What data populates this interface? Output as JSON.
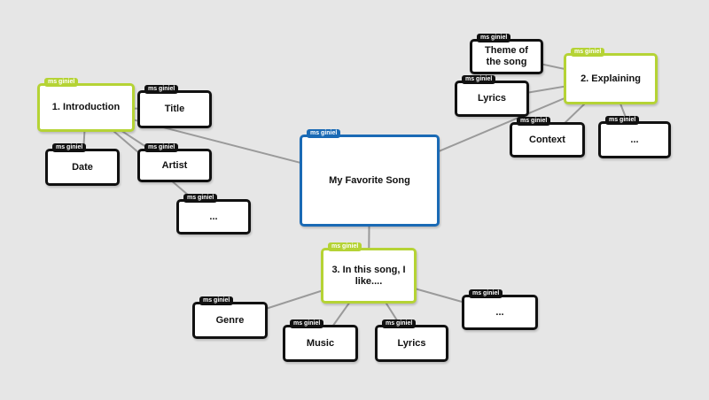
{
  "author_tag": "ms giniel",
  "colors": {
    "background": "#e6e6e6",
    "central_border": "#1a6ab5",
    "branch_border": "#b5d335",
    "leaf_border": "#111111",
    "connector": "#9a9a9a"
  },
  "nodes": {
    "center": {
      "label": "My Favorite Song",
      "kind": "central"
    },
    "intro": {
      "label": "1. Introduction",
      "kind": "branch"
    },
    "title": {
      "label": "Title",
      "kind": "leaf"
    },
    "date": {
      "label": "Date",
      "kind": "leaf"
    },
    "artist": {
      "label": "Artist",
      "kind": "leaf"
    },
    "intro_more": {
      "label": "...",
      "kind": "leaf"
    },
    "explaining": {
      "label": "2. Explaining",
      "kind": "branch"
    },
    "theme": {
      "label": "Theme of the song",
      "kind": "leaf"
    },
    "lyrics_top": {
      "label": "Lyrics",
      "kind": "leaf"
    },
    "context": {
      "label": "Context",
      "kind": "leaf"
    },
    "explain_more": {
      "label": "...",
      "kind": "leaf"
    },
    "like": {
      "label": "3. In this song, I like....",
      "kind": "branch"
    },
    "genre": {
      "label": "Genre",
      "kind": "leaf"
    },
    "music": {
      "label": "Music",
      "kind": "leaf"
    },
    "lyrics_bottom": {
      "label": "Lyrics",
      "kind": "leaf"
    },
    "like_more": {
      "label": "...",
      "kind": "leaf"
    }
  },
  "edges": [
    [
      "center",
      "intro"
    ],
    [
      "center",
      "explaining"
    ],
    [
      "center",
      "like"
    ],
    [
      "intro",
      "title"
    ],
    [
      "intro",
      "date"
    ],
    [
      "intro",
      "artist"
    ],
    [
      "intro",
      "intro_more"
    ],
    [
      "explaining",
      "theme"
    ],
    [
      "explaining",
      "lyrics_top"
    ],
    [
      "explaining",
      "context"
    ],
    [
      "explaining",
      "explain_more"
    ],
    [
      "like",
      "genre"
    ],
    [
      "like",
      "music"
    ],
    [
      "like",
      "lyrics_bottom"
    ],
    [
      "like",
      "like_more"
    ]
  ]
}
